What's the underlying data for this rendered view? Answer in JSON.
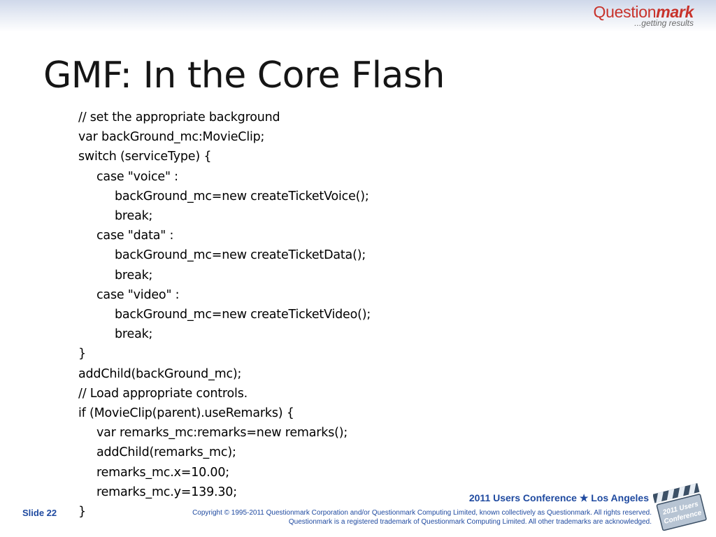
{
  "header": {
    "logo_brand": "Question",
    "logo_brand_bold": "mark",
    "logo_tagline": "...getting results"
  },
  "slide": {
    "title": "GMF: In the Core Flash",
    "code_lines": [
      {
        "text": "// set the appropriate background",
        "indent": 0
      },
      {
        "text": "var backGround_mc:MovieClip;",
        "indent": 0
      },
      {
        "text": "switch (serviceType) {",
        "indent": 0
      },
      {
        "text": "case \"voice\" :",
        "indent": 1
      },
      {
        "text": "backGround_mc=new createTicketVoice();",
        "indent": 2
      },
      {
        "text": "break;",
        "indent": 2
      },
      {
        "text": "case \"data\" :",
        "indent": 1
      },
      {
        "text": "backGround_mc=new createTicketData();",
        "indent": 2
      },
      {
        "text": "break;",
        "indent": 2
      },
      {
        "text": "case \"video\" :",
        "indent": 1
      },
      {
        "text": "backGround_mc=new createTicketVideo();",
        "indent": 2
      },
      {
        "text": "break;",
        "indent": 2
      },
      {
        "text": "}",
        "indent": 0
      },
      {
        "text": "addChild(backGround_mc);",
        "indent": 0
      },
      {
        "text": "// Load appropriate controls.",
        "indent": 0
      },
      {
        "text": "if (MovieClip(parent).useRemarks) {",
        "indent": 0
      },
      {
        "text": "var remarks_mc:remarks=new remarks();",
        "indent": 1
      },
      {
        "text": "addChild(remarks_mc);",
        "indent": 1
      },
      {
        "text": "remarks_mc.x=10.00;",
        "indent": 1
      },
      {
        "text": "remarks_mc.y=139.30;",
        "indent": 1
      },
      {
        "text": "}",
        "indent": 0
      }
    ]
  },
  "footer": {
    "conference": "2011 Users Conference ★ Los Angeles",
    "slide_number": "Slide 22",
    "copyright_line1": "Copyright © 1995-2011 Questionmark Corporation and/or Questionmark Computing Limited, known collectively as Questionmark. All rights reserved.",
    "copyright_line2": "Questionmark is a registered trademark of Questionmark Computing Limited. All other trademarks are acknowledged.",
    "badge_text_1": "2011 Users",
    "badge_text_2": "Conference"
  },
  "colors": {
    "accent_blue": "#1f4aa0",
    "logo_red": "#c8322b",
    "clapper_dark": "#3c5066",
    "clapper_face": "#b7c4d3"
  },
  "icons": [
    "questionmark-logo",
    "clapperboard-icon"
  ]
}
